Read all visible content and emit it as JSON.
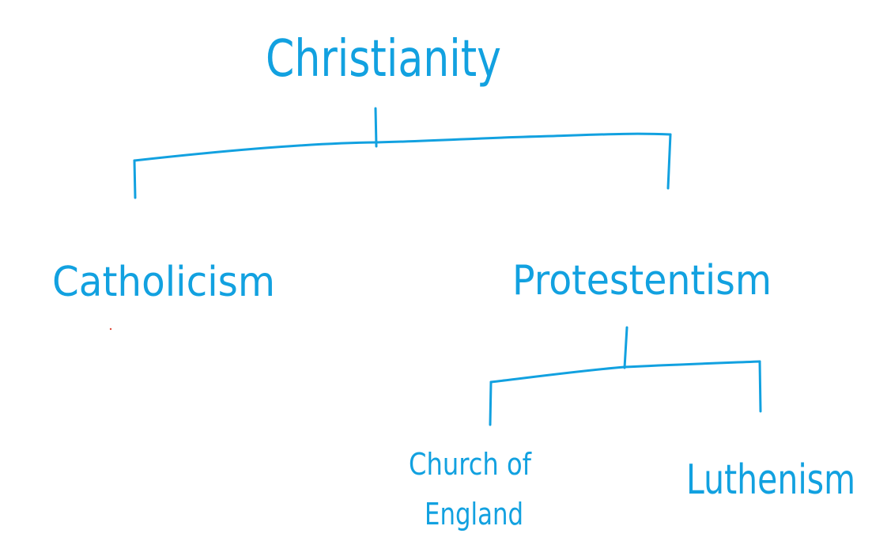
{
  "diagram": {
    "ink_color": "#12a1e0",
    "root": {
      "label": "Christianity",
      "children": [
        {
          "label": "Catholicism",
          "children": []
        },
        {
          "label": "Protestentism",
          "children": [
            {
              "label_line1": "Church of",
              "label_line2": "England"
            },
            {
              "label": "Luthenism"
            }
          ]
        }
      ]
    }
  }
}
